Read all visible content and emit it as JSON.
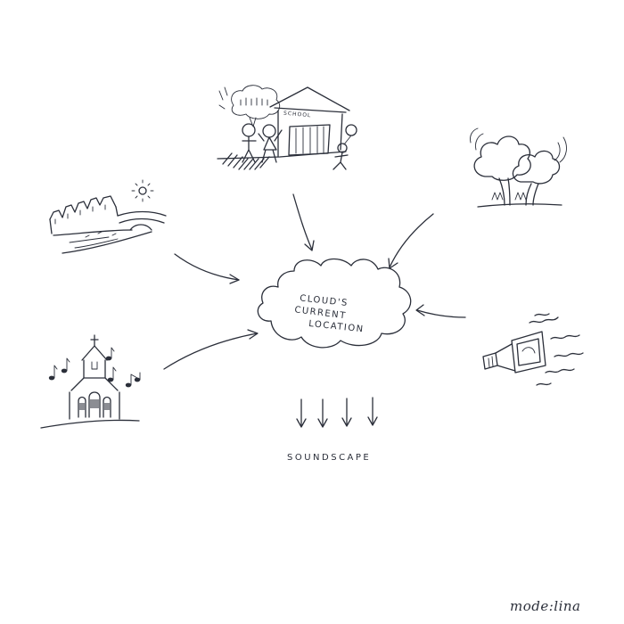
{
  "center": {
    "lines": [
      "CLOUD'S",
      "CURRENT",
      "LOCATION"
    ]
  },
  "output_label": "SOUNDSCAPE",
  "school_sign": "SCHOOL",
  "signature": "mode:lina",
  "colors": {
    "ink": "#2b2f3a",
    "background": "#ffffff"
  },
  "icons": [
    "school-icon",
    "trees-icon",
    "town-river-icon",
    "church-icon",
    "speaker-icon",
    "cloud-icon"
  ]
}
